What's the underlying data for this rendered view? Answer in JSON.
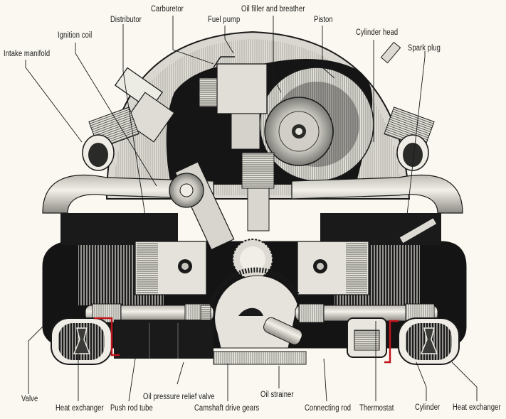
{
  "diagram": {
    "title": "Air-cooled flat-four engine cutaway",
    "colors": {
      "background": "#faf8f0",
      "ink": "#1a1a1a",
      "shade": "#8a8a86",
      "light": "#d8d6ce",
      "accent_red": "#c0141c"
    },
    "labels": {
      "carburetor": "Carburetor",
      "fuel_pump": "Fuel pump",
      "oil_filler": "Oil filler and breather",
      "distributor": "Distributor",
      "piston": "Piston",
      "ignition_coil": "Ignition coil",
      "cylinder_head": "Cylinder head",
      "intake_manifold": "Intake manifold",
      "spark_plug": "Spark plug",
      "valve": "Valve",
      "heat_exchanger_left": "Heat exchanger",
      "push_rod_tube": "Push rod tube",
      "oil_pressure_relief_valve": "Oil pressure relief valve",
      "camshaft_drive_gears": "Camshaft drive gears",
      "oil_strainer": "Oil strainer",
      "connecting_rod": "Connecting rod",
      "thermostat": "Thermostat",
      "cylinder": "Cylinder",
      "heat_exchanger_right": "Heat exchanger"
    }
  }
}
